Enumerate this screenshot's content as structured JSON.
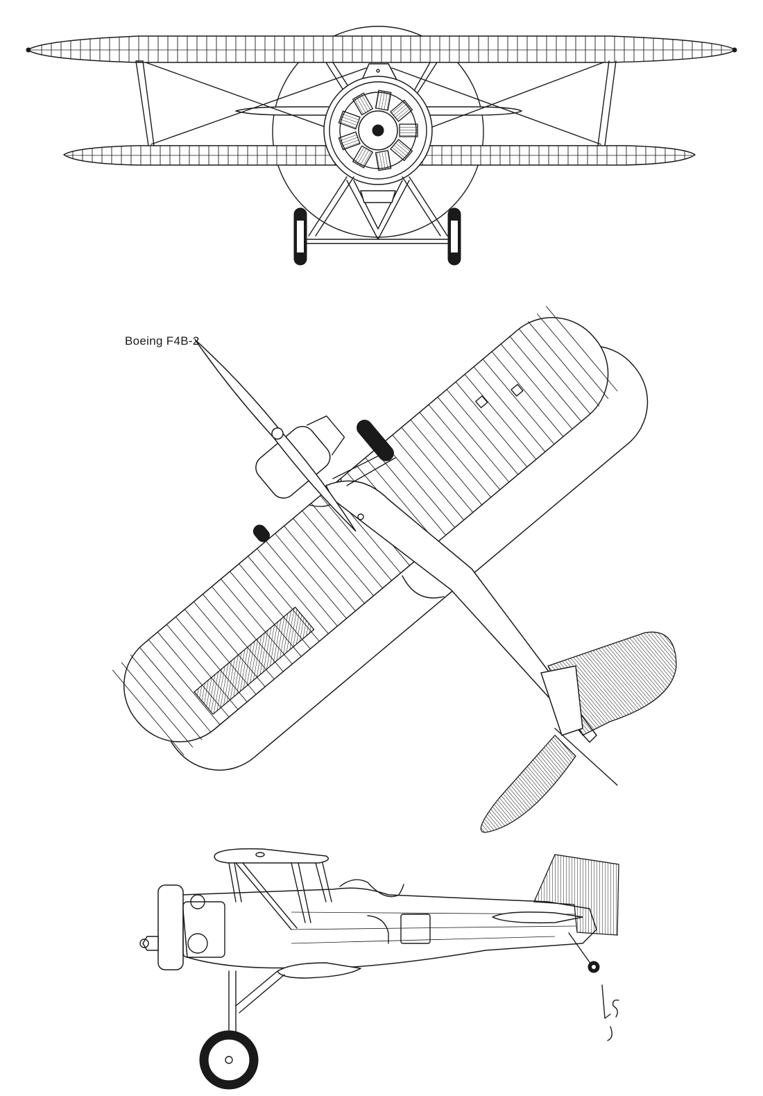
{
  "drawing": {
    "caption": "Boeing F4B-2",
    "signature": "LSJ",
    "views": [
      "front-view",
      "plan-view",
      "side-view"
    ]
  }
}
